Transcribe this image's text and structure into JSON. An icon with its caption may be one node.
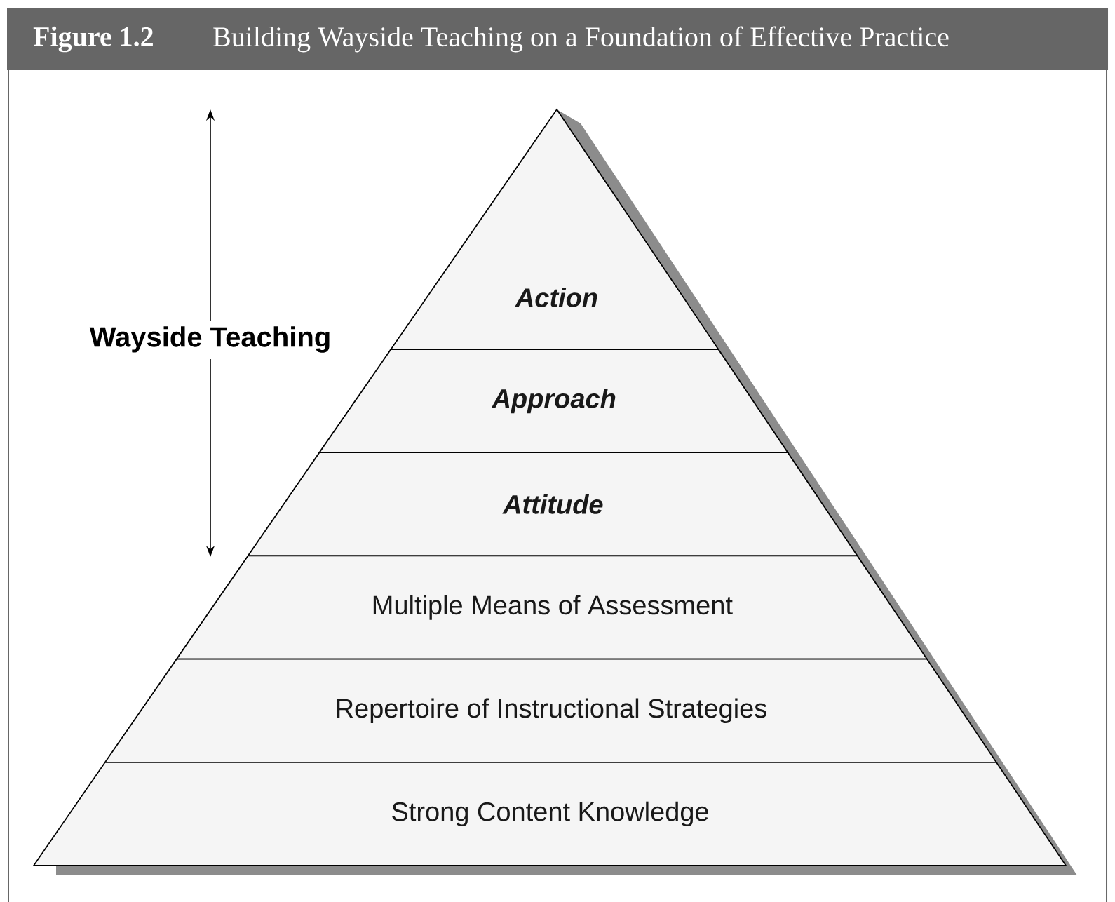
{
  "diagram": {
    "title": "Building Wayside Teaching on a Foundation of Effective Practice",
    "nodes": [
      {
        "text": [
          "Action"
        ]
      },
      {
        "text": [
          "Approach"
        ]
      },
      {
        "text": [
          "Attitude"
        ]
      },
      {
        "text": [
          "Multiple Means of Assessment"
        ]
      },
      {
        "text": [
          "Repertoire of Instructional Strategies"
        ]
      },
      {
        "text": [
          "Strong Content Knowledge"
        ]
      }
    ],
    "labels": [
      "Figure 1.2",
      "Wayside Teaching"
    ]
  }
}
